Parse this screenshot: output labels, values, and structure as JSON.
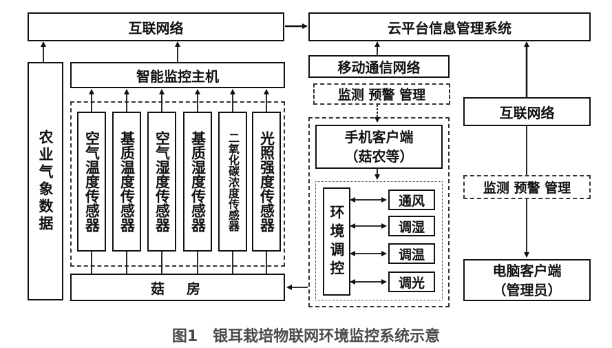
{
  "diagram": {
    "internet_top": "互联网络",
    "cloud_platform": "云平台信息管理系统",
    "mobile_network": "移动通信网络",
    "monitor_top": "监测 预警 管理",
    "smart_host": "智能监控主机",
    "agri_weather": "农业气象数据",
    "sensors": [
      "空气温度传感器",
      "基质温度传感器",
      "空气湿度传感器",
      "基质湿度传感器",
      "二氧化碳浓度传感器",
      "光照强度传感器"
    ],
    "mushroom_house": "菇  房",
    "phone_client_line1": "手机客户端",
    "phone_client_line2": "（菇农等）",
    "env_control": "环境调控",
    "controls": [
      "通风",
      "调湿",
      "调温",
      "调光"
    ],
    "internet_right": "互联网络",
    "monitor_right": "监测 预警 管理",
    "pc_client_line1": "电脑客户端",
    "pc_client_line2": "（管理员）"
  },
  "caption": "图1　银耳栽培物联网环境监控系统示意"
}
